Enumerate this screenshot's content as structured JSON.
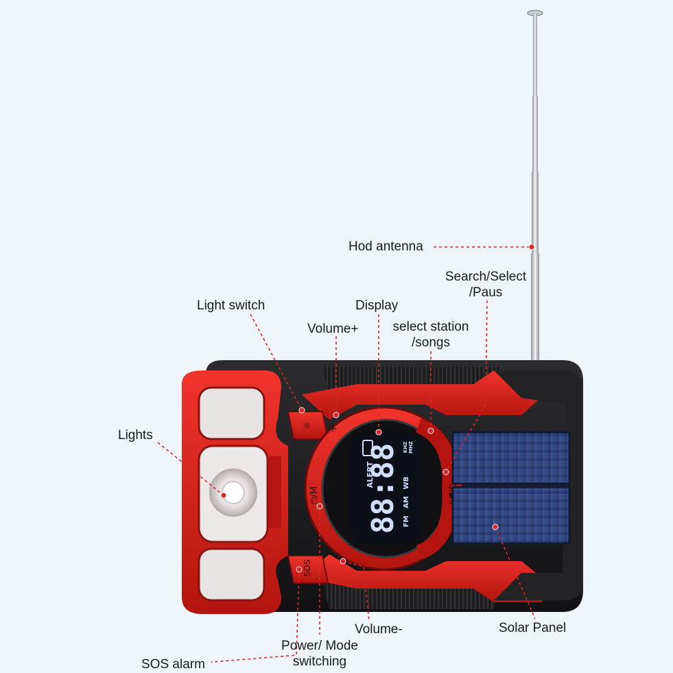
{
  "labels": {
    "antenna": "Hod antenna",
    "search_select_line1": "Search/Select",
    "search_select_line2": "/Paus",
    "light_switch": "Light switch",
    "display": "Display",
    "volume_plus": "Volume+",
    "select_station_line1": "select station",
    "select_station_line2": "/songs",
    "lights": "Lights",
    "volume_minus": "Volume-",
    "solar_panel": "Solar Panel",
    "power_mode_line1": "Power/ Mode",
    "power_mode_line2": "switching",
    "sos_alarm": "SOS alarm"
  },
  "device": {
    "lcd_digits": "88:88",
    "lcd_alert": "ALERT",
    "lcd_bands": [
      "FM",
      "AM",
      "WB"
    ],
    "lcd_units": [
      "KHZ",
      "MHZ"
    ],
    "button_sos": "SOS",
    "button_power": "⏻/M"
  },
  "colors": {
    "body_red": "#d8231f",
    "body_black": "#1c1c1e",
    "lcd_blue": "#cfe0ff",
    "leader_red": "#e0242a",
    "solar_blue": "#2a3f78"
  }
}
